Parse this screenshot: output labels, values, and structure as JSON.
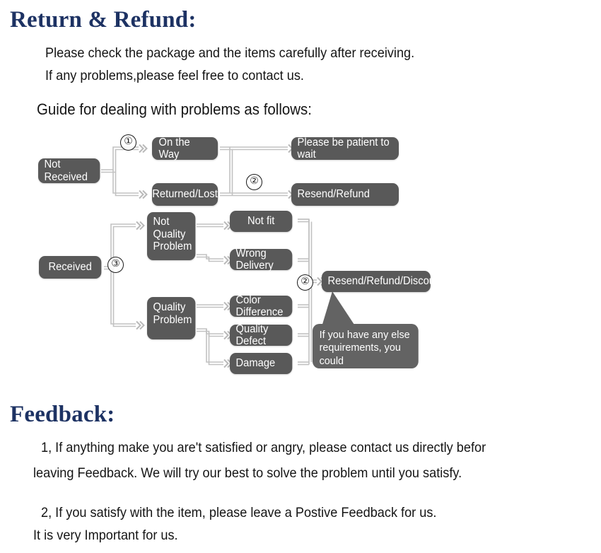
{
  "document": {
    "heading_color": "#1d3263",
    "node_color": "#595959",
    "bubble_color": "#636363",
    "connector_color": "#b9b9b9"
  },
  "return_section": {
    "heading": "Return & Refund:",
    "lines": [
      "Please check the package and the items carefully after receiving.",
      "If any problems,please feel free to contact us."
    ],
    "guide_line": "Guide for dealing with problems as follows:"
  },
  "flowchart": {
    "markers": [
      "①",
      "②",
      "③",
      "②"
    ],
    "nodes": {
      "not_received": "Not Received",
      "on_the_way": "On the Way",
      "returned_lost": "Returned/Lost",
      "please_wait": "Please be patient to wait",
      "resend_refund": "Resend/Refund",
      "received": "Received",
      "not_quality_problem": "Not\nQuality\nProblem",
      "quality_problem": "Quality\nProblem",
      "not_fit": "Not fit",
      "wrong_delivery": "Wrong Delivery",
      "color_difference": "Color Difference",
      "quality_defect": "Quality Defect",
      "damage": "Damage",
      "resend_refund_discount": "Resend/Refund/Discount"
    },
    "bubble": "If you have any else\nrequirements, you could\nalso tell us!"
  },
  "feedback_section": {
    "heading": "Feedback:",
    "lines": [
      "1, If anything make you are't satisfied or angry, please contact us directly befor",
      "leaving Feedback. We will try our best to solve the problem until you satisfy.",
      "2, If you satisfy with the item, please leave a Postive Feedback for us.",
      "It is very Important for us."
    ]
  }
}
